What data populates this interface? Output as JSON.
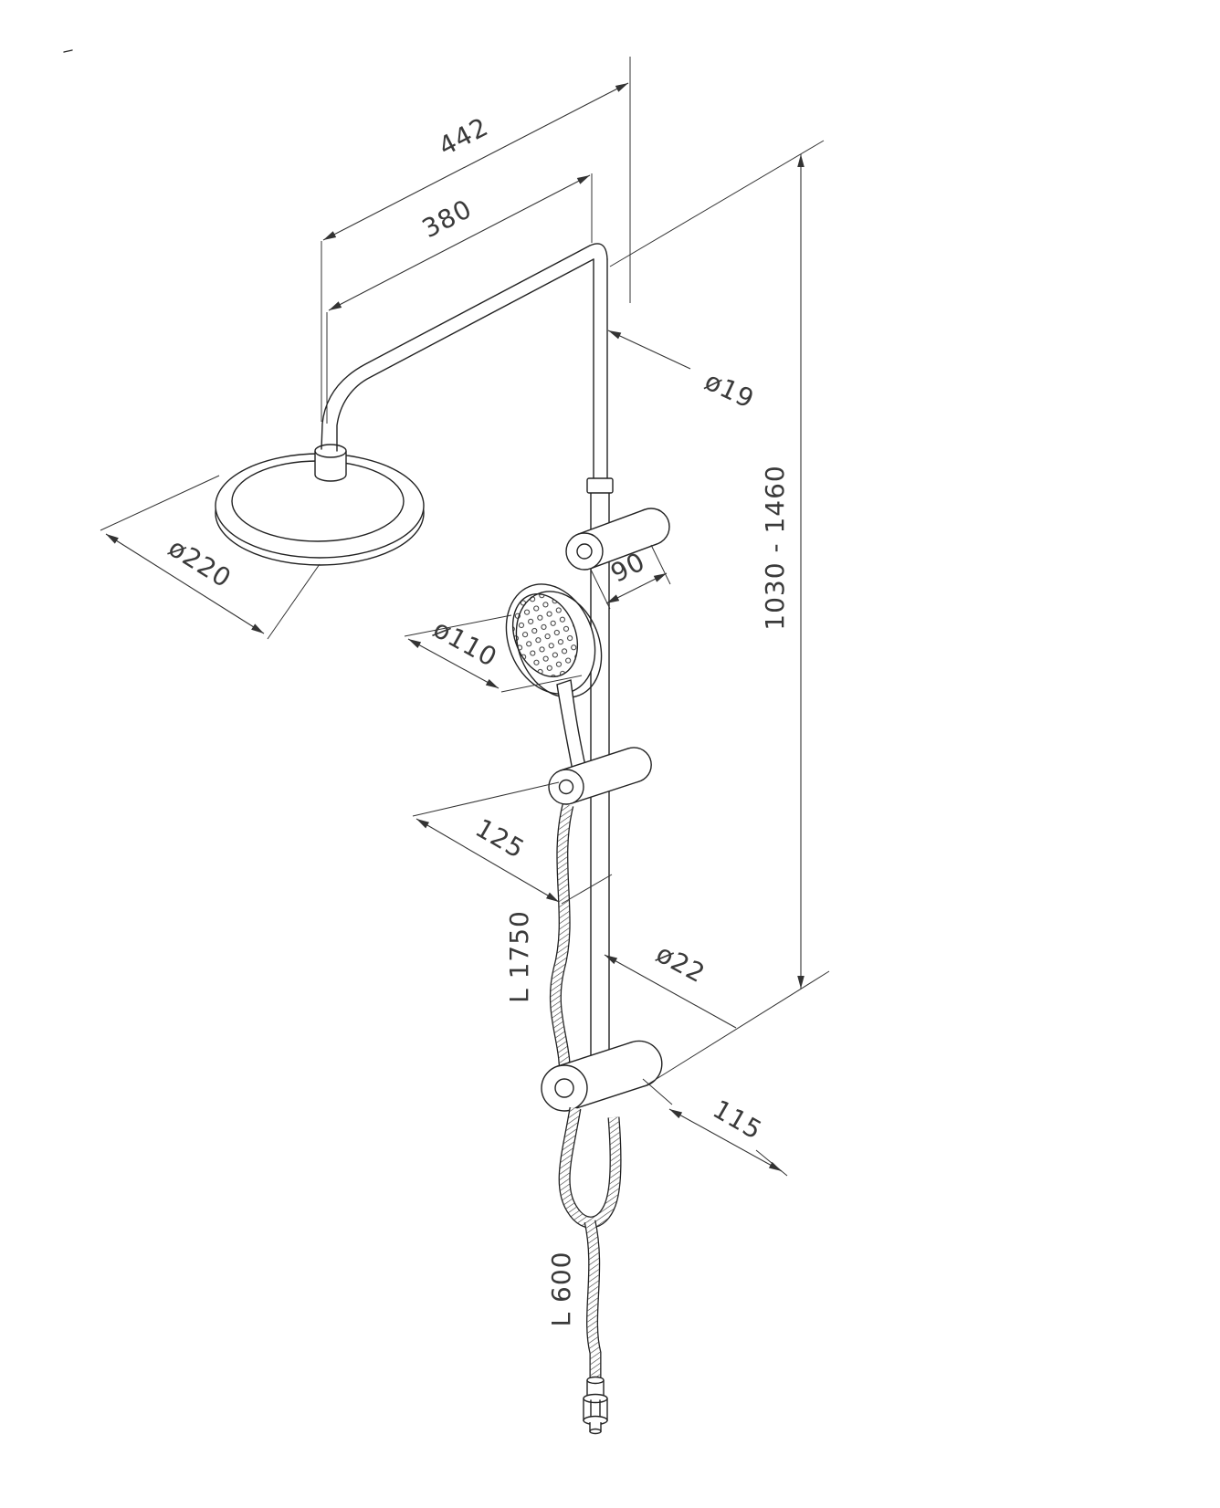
{
  "drawing": {
    "dimensions": {
      "arm_total": "442",
      "arm_to_head": "380",
      "top_pipe_diameter": "ø19",
      "height_range": "1030 - 1460",
      "rain_head_diameter": "ø220",
      "wall_bracket_offset": "90",
      "hand_shower_diameter": "ø110",
      "holder_offset": "125",
      "bottom_pipe_diameter": "ø22",
      "hand_shower_hose_length": "L 1750",
      "outlet_offset": "115",
      "supply_hose_length": "L 600"
    },
    "colors": {
      "line": "#222222",
      "label": "#3a3a3a",
      "background": "#ffffff"
    }
  }
}
